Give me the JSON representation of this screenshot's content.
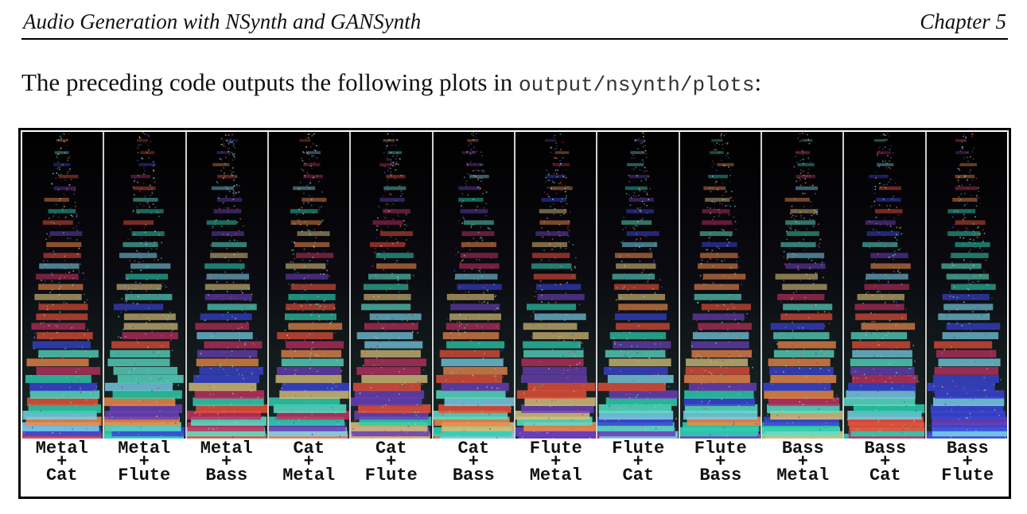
{
  "header": {
    "left_title": "Audio Generation with NSynth and GANSynth",
    "right_title": "Chapter 5"
  },
  "paragraph": {
    "text": "The preceding code outputs the following plots in ",
    "code": "output/nsynth/plots",
    "suffix": ":"
  },
  "figure": {
    "panels": [
      {
        "top": "Metal",
        "plus": "+",
        "bottom": "Cat"
      },
      {
        "top": "Metal",
        "plus": "+",
        "bottom": "Flute"
      },
      {
        "top": "Metal",
        "plus": "+",
        "bottom": "Bass"
      },
      {
        "top": "Cat",
        "plus": "+",
        "bottom": "Metal"
      },
      {
        "top": "Cat",
        "plus": "+",
        "bottom": "Flute"
      },
      {
        "top": "Cat",
        "plus": "+",
        "bottom": "Bass"
      },
      {
        "top": "Flute",
        "plus": "+",
        "bottom": "Metal"
      },
      {
        "top": "Flute",
        "plus": "+",
        "bottom": "Cat"
      },
      {
        "top": "Flute",
        "plus": "+",
        "bottom": "Bass"
      },
      {
        "top": "Bass",
        "plus": "+",
        "bottom": "Metal"
      },
      {
        "top": "Bass",
        "plus": "+",
        "bottom": "Cat"
      },
      {
        "top": "Bass",
        "plus": "+",
        "bottom": "Flute"
      }
    ]
  }
}
